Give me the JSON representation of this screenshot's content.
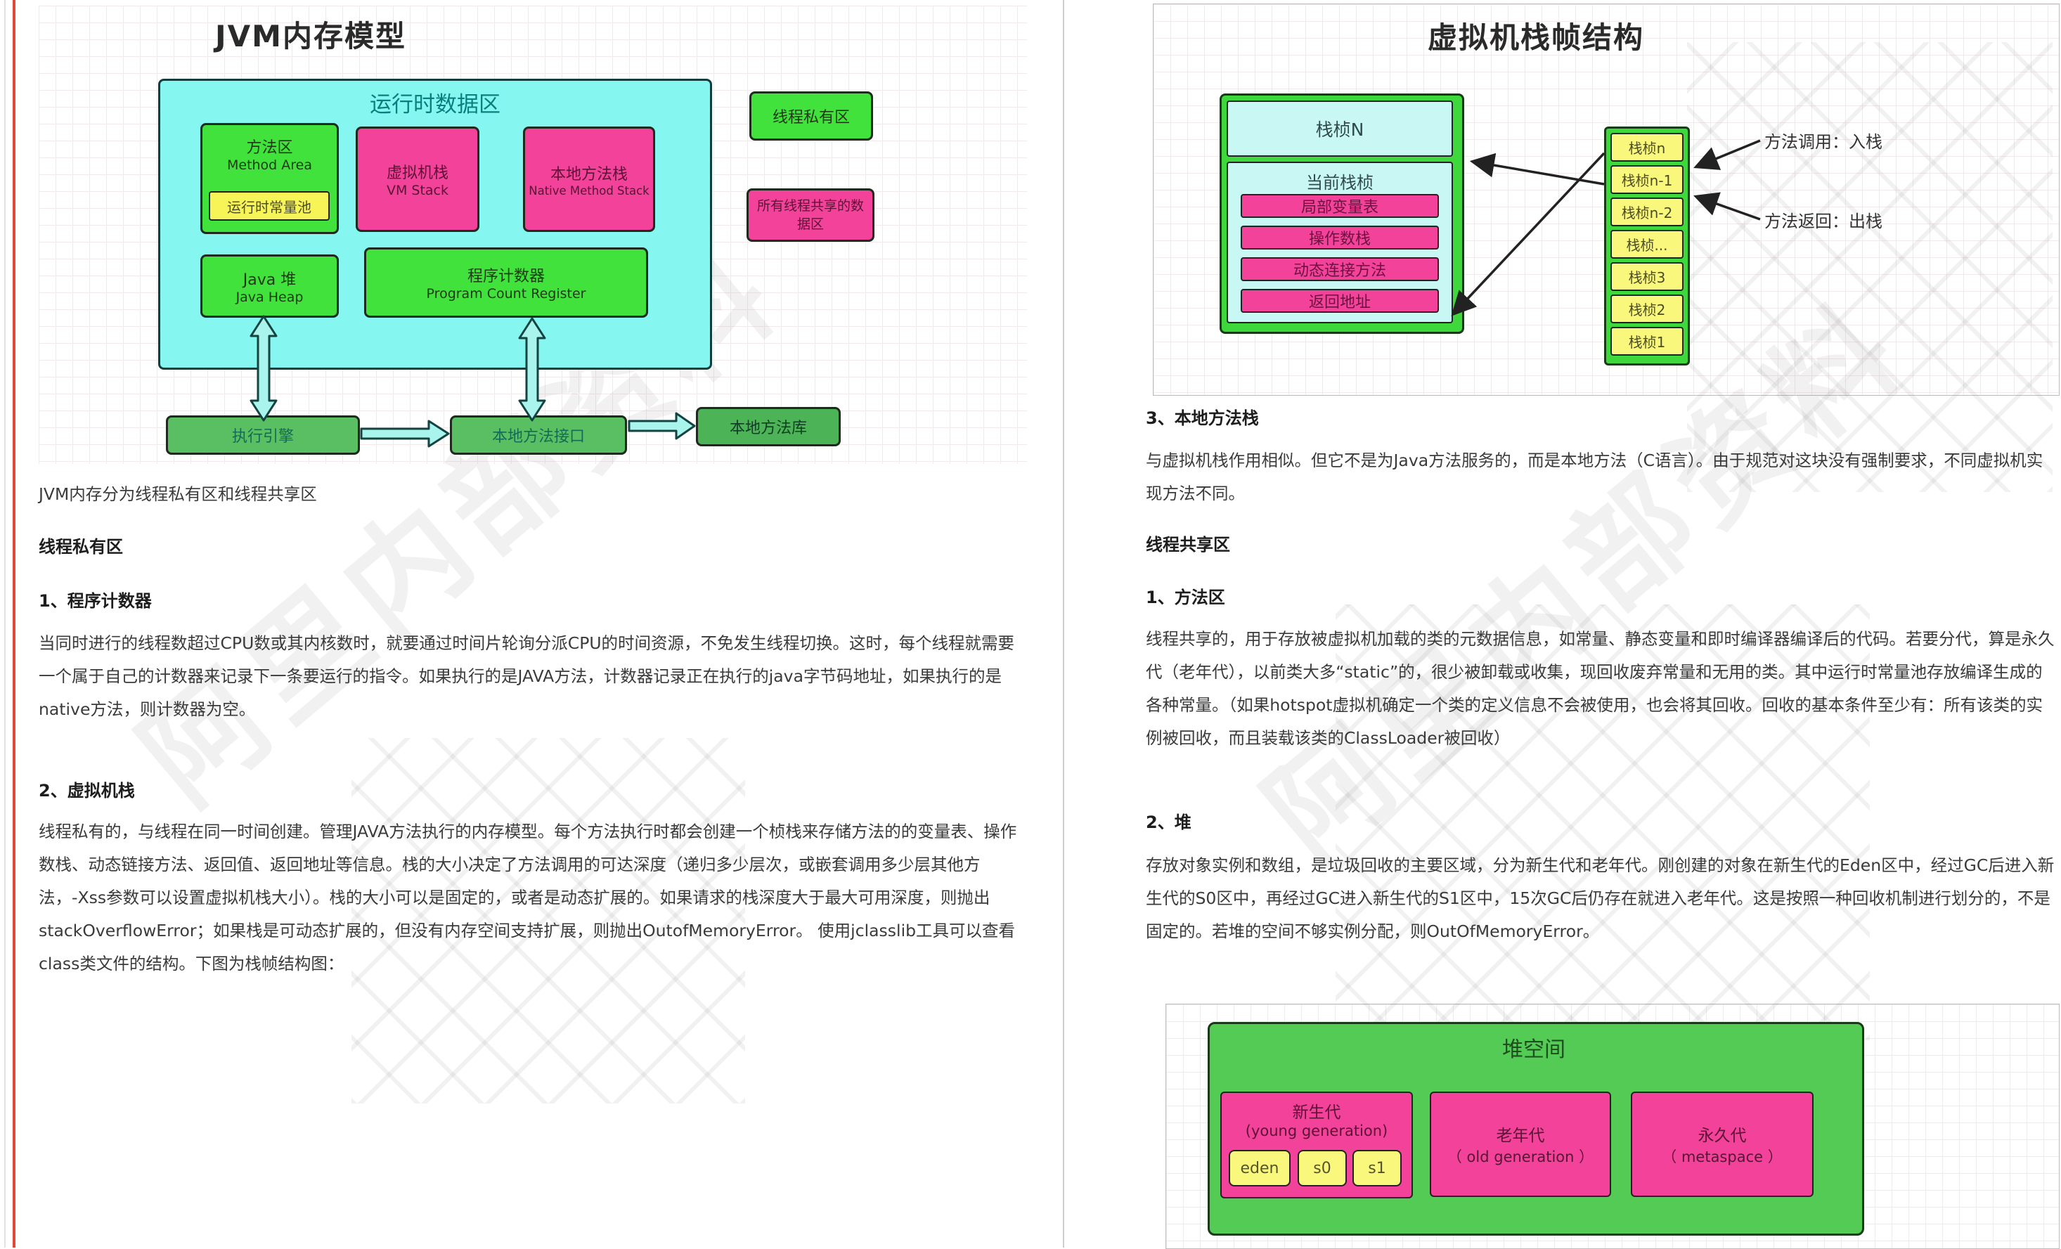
{
  "watermark": {
    "text": "阿里内部资料"
  },
  "colors": {
    "cyan": "#86f6f0",
    "bright_green": "#41e23c",
    "pink": "#f2429a",
    "yellow": "#f6f457",
    "light_cyan": "#c9f7f4",
    "light_yellow": "#f9f87d",
    "heap_green": "#53cb55",
    "divider_red": "#e0483a"
  },
  "left_page": {
    "diagram": {
      "title": "JVM内存模型",
      "runtime_area": "运行时数据区",
      "method_area_cn": "方法区",
      "method_area_en": "Method Area",
      "constant_pool": "运行时常量池",
      "vm_stack_cn": "虚拟机栈",
      "vm_stack_en": "VM Stack",
      "native_stack_cn": "本地方法栈",
      "native_stack_en": "Native Method Stack",
      "java_heap_cn": "Java 堆",
      "java_heap_en": "Java Heap",
      "pc_register_cn": "程序计数器",
      "pc_register_en": "Program Count Register",
      "legend_private": "线程私有区",
      "legend_shared": "所有线程共享的数据区",
      "execution_engine": "执行引擎",
      "native_interface": "本地方法接口",
      "native_library": "本地方法库"
    },
    "intro": "JVM内存分为线程私有区和线程共享区",
    "section_private": "线程私有区",
    "heading_pc": "1、程序计数器",
    "para_pc": "当同时进行的线程数超过CPU数或其内核数时，就要通过时间片轮询分派CPU的时间资源，不免发生线程切换。这时，每个线程就需要一个属于自己的计数器来记录下一条要运行的指令。如果执行的是JAVA方法，计数器记录正在执行的java字节码地址，如果执行的是native方法，则计数器为空。",
    "heading_vm_stack": "2、虚拟机栈",
    "para_vm_stack": "线程私有的，与线程在同一时间创建。管理JAVA方法执行的内存模型。每个方法执行时都会创建一个桢栈来存储方法的的变量表、操作数栈、动态链接方法、返回值、返回地址等信息。栈的大小决定了方法调用的可达深度（递归多少层次，或嵌套调用多少层其他方法，-Xss参数可以设置虚拟机栈大小）。栈的大小可以是固定的，或者是动态扩展的。如果请求的栈深度大于最大可用深度，则抛出stackOverflowError；如果栈是可动态扩展的，但没有内存空间支持扩展，则抛出OutofMemoryError。 使用jclasslib工具可以查看class类文件的结构。下图为栈帧结构图："
  },
  "right_page": {
    "diagram": {
      "title": "虚拟机栈帧结构",
      "frame_n": "栈桢N",
      "current_frame": "当前栈桢",
      "rows": [
        "局部变量表",
        "操作数栈",
        "动态连接方法",
        "返回地址"
      ],
      "stack_items": [
        "栈桢n",
        "栈桢n-1",
        "栈桢n-2",
        "栈桢...",
        "栈桢3",
        "栈桢2",
        "栈桢1"
      ],
      "label_push": "方法调用：入栈",
      "label_pop": "方法返回：出栈"
    },
    "heading_native": "3、本地方法栈",
    "para_native": "与虚拟机栈作用相似。但它不是为Java方法服务的，而是本地方法（C语言）。由于规范对这块没有强制要求，不同虚拟机实现方法不同。",
    "section_shared": "线程共享区",
    "heading_method_area": "1、方法区",
    "para_method_area": "线程共享的，用于存放被虚拟机加载的类的元数据信息，如常量、静态变量和即时编译器编译后的代码。若要分代，算是永久代（老年代），以前类大多“static”的，很少被卸载或收集，现回收废弃常量和无用的类。其中运行时常量池存放编译生成的各种常量。（如果hotspot虚拟机确定一个类的定义信息不会被使用，也会将其回收。回收的基本条件至少有：所有该类的实例被回收，而且装载该类的ClassLoader被回收）",
    "heading_heap": "2、堆",
    "para_heap": "存放对象实例和数组，是垃圾回收的主要区域，分为新生代和老年代。刚创建的对象在新生代的Eden区中，经过GC后进入新生代的S0区中，再经过GC进入新生代的S1区中，15次GC后仍存在就进入老年代。这是按照一种回收机制进行划分的，不是固定的。若堆的空间不够实例分配，则OutOfMemoryError。",
    "heap_diagram": {
      "title": "堆空间",
      "young_cn": "新生代",
      "young_en": "(young generation)",
      "cells": [
        "eden",
        "s0",
        "s1"
      ],
      "old_cn": "老年代",
      "old_en": "（ old generation ）",
      "meta_cn": "永久代",
      "meta_en": "（ metaspace ）"
    }
  }
}
